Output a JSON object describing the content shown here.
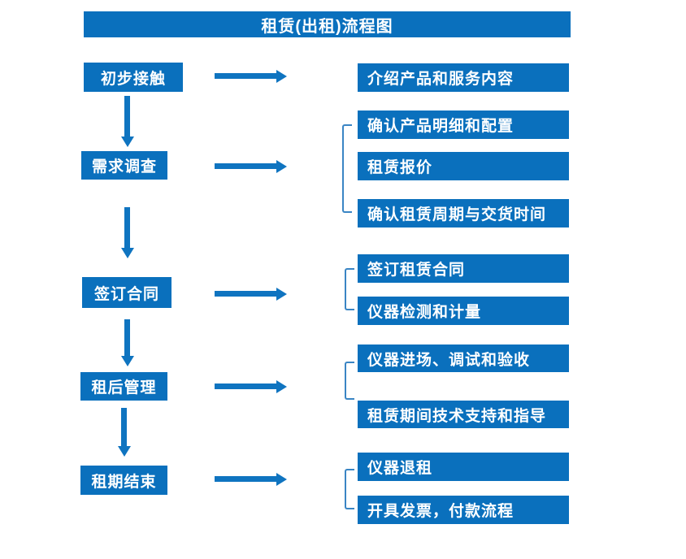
{
  "title": "租赁(出租)流程图",
  "colors": {
    "box_blue": "#0a70bd",
    "arrow_blue": "#0f74c0",
    "bracket_blue": "#3a85c4",
    "text_white": "#ffffff",
    "background": "#ffffff"
  },
  "steps": [
    {
      "label": "初步接触",
      "outputs": [
        "介绍产品和服务内容"
      ]
    },
    {
      "label": "需求调查",
      "outputs": [
        "确认产品明细和配置",
        "租赁报价",
        "确认租赁周期与交货时间"
      ]
    },
    {
      "label": "签订合同",
      "outputs": [
        "签订租赁合同",
        "仪器检测和计量"
      ]
    },
    {
      "label": "租后管理",
      "outputs": [
        "仪器进场、调试和验收",
        "租赁期间技术支持和指导"
      ]
    },
    {
      "label": "租期结束",
      "outputs": [
        "仪器退租",
        "开具发票，付款流程"
      ]
    }
  ]
}
